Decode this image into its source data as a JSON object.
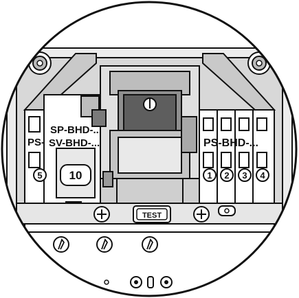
{
  "left_module": {
    "label_line1": "SP-BHD-...",
    "label_line2": "SV-BHD-...",
    "slot_number": "10"
  },
  "left_edge_module": {
    "label": "PS-",
    "slot_number": "5"
  },
  "right_module": {
    "label": "PS-BHD-...",
    "slot_numbers": [
      "1",
      "2",
      "3",
      "4"
    ]
  },
  "test_button": {
    "label": "TEST"
  }
}
